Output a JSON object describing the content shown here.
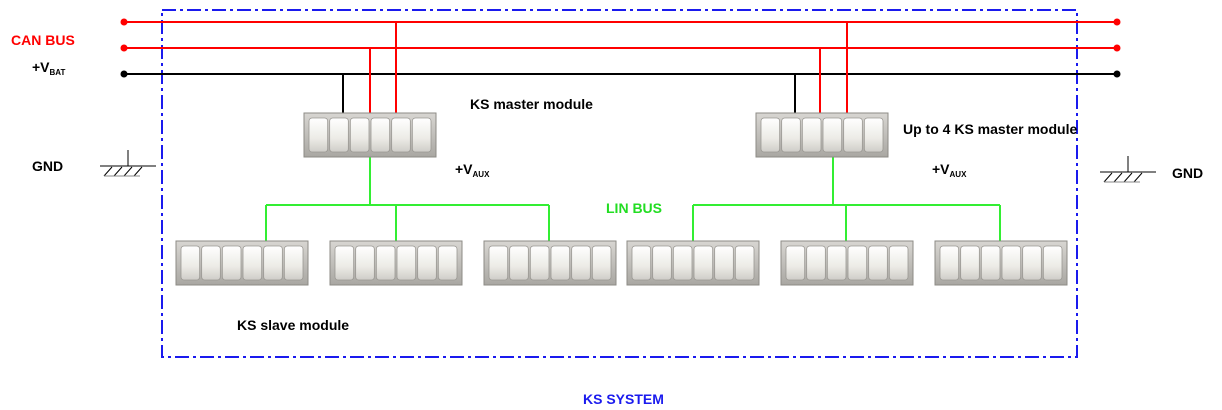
{
  "labels": {
    "can_bus": "CAN BUS",
    "vbat_main": "+V",
    "vbat_sub": "BAT",
    "gnd_left": "GND",
    "gnd_right": "GND",
    "master_left": "KS master module",
    "master_right": "Up to 4 KS master module",
    "vaux_left_main": "+V",
    "vaux_left_sub": "AUX",
    "vaux_right_main": "+V",
    "vaux_right_sub": "AUX",
    "lin_bus": "LIN BUS",
    "slave": "KS slave module",
    "system": "KS SYSTEM"
  },
  "colors": {
    "can": "#ff0000",
    "vbat": "#000000",
    "lin": "#33ee33",
    "system_border": "#1a1aee",
    "can_label": "#ff0000",
    "lin_label": "#22dd22",
    "system_label": "#1a1aee",
    "text": "#000000"
  },
  "modules": {
    "master_count": 2,
    "slave_count": 6,
    "pins_per_module": 6
  }
}
